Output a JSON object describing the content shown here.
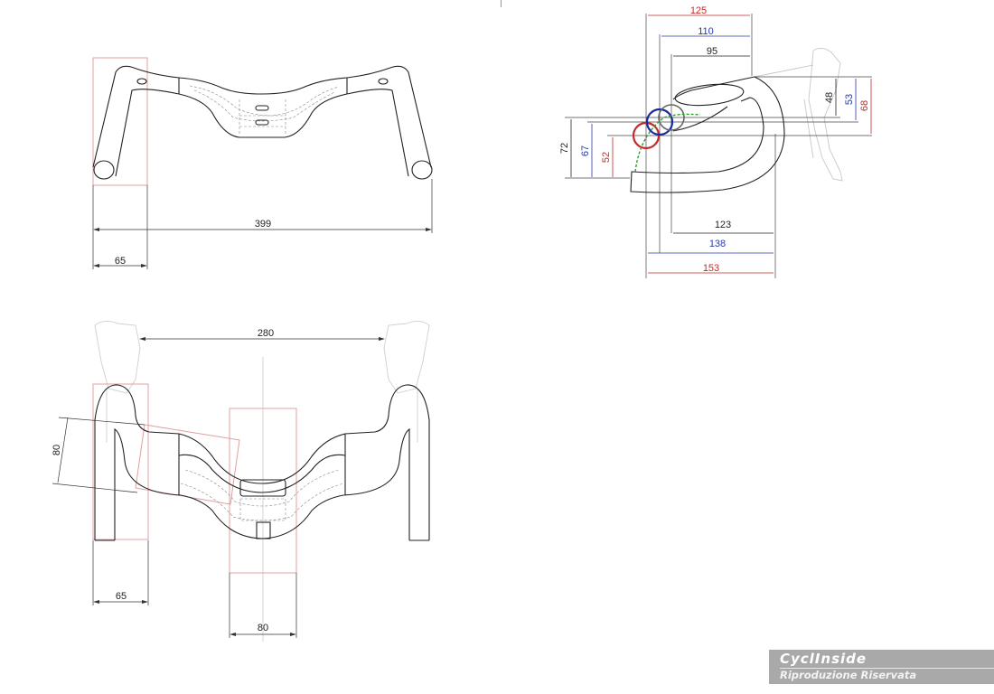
{
  "drawing": {
    "subject": "road handlebar technical drawing",
    "views": {
      "top_front": {
        "dimensions": {
          "total_width": "399",
          "hood_width": "65"
        }
      },
      "side": {
        "horizontal_top": [
          {
            "value": "125",
            "color": "#c42a2a"
          },
          {
            "value": "110",
            "color": "#2a3aa8"
          },
          {
            "value": "95",
            "color": "#222222"
          }
        ],
        "horizontal_bottom": [
          {
            "value": "123",
            "color": "#222222"
          },
          {
            "value": "138",
            "color": "#2a3aa8"
          },
          {
            "value": "153",
            "color": "#c42a2a"
          }
        ],
        "vertical_left": [
          {
            "value": "72",
            "color": "#222222"
          },
          {
            "value": "67",
            "color": "#2a3aa8"
          },
          {
            "value": "52",
            "color": "#c42a2a"
          }
        ],
        "vertical_right": [
          {
            "value": "48",
            "color": "#222222"
          },
          {
            "value": "53",
            "color": "#2a3aa8"
          },
          {
            "value": "68",
            "color": "#c42a2a"
          }
        ],
        "circle_colors": {
          "red": "#c42a2a",
          "blue": "#1a2aa0",
          "grey": "#666666",
          "green_path": "#2aa02a"
        }
      },
      "top_plan": {
        "dimensions": {
          "hood_spacing": "280",
          "drop_angle_width": "80",
          "drop_width": "65",
          "clamp_width": "80"
        }
      }
    }
  },
  "watermark": {
    "brand": "CyclInside",
    "subtitle": "Riproduzione Riservata"
  }
}
